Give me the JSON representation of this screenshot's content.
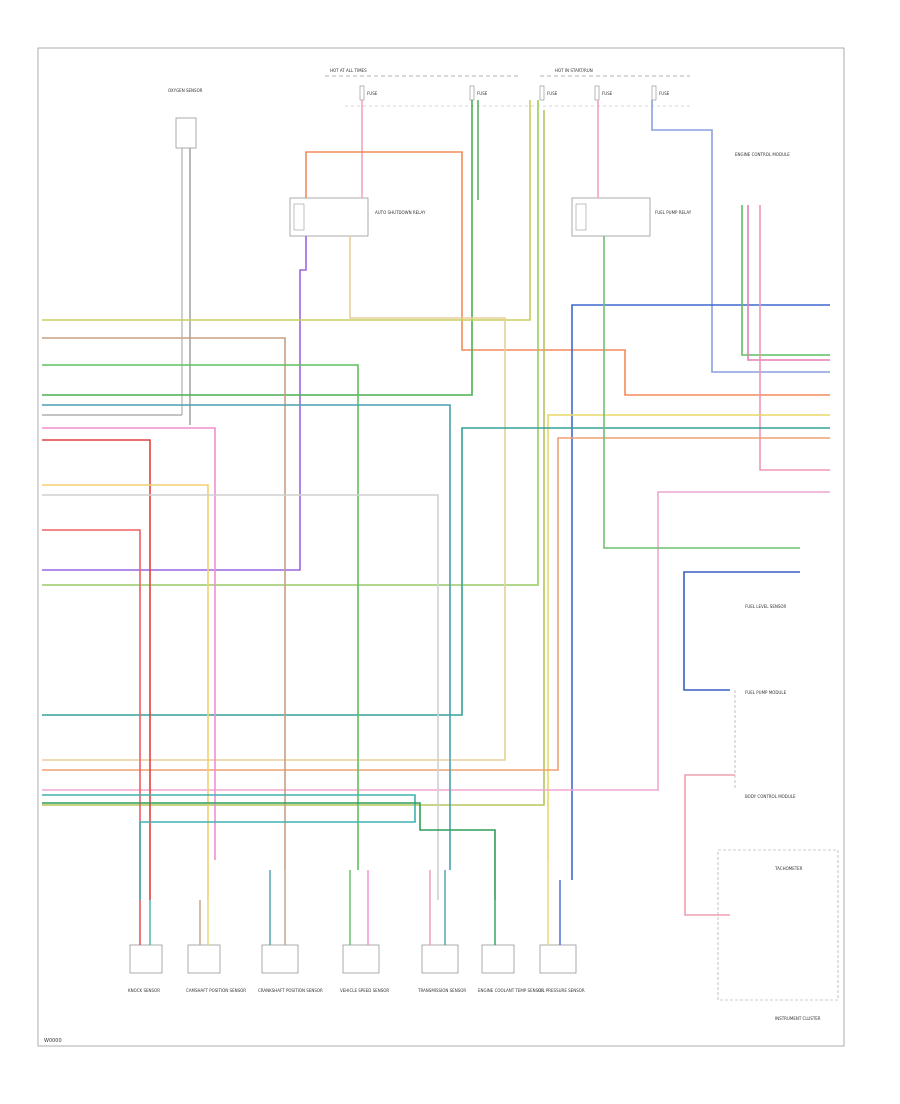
{
  "diagram": {
    "top_labels": {
      "left_bus": "HOT AT ALL TIMES",
      "right_bus": "HOT IN START/RUN"
    },
    "fuses": [
      "FUSE",
      "FUSE",
      "FUSE",
      "FUSE",
      "FUSE"
    ],
    "sensor_top_left": "OXYGEN SENSOR",
    "relays": {
      "left": "AUTO SHUTDOWN RELAY",
      "right": "FUEL PUMP RELAY"
    },
    "module_top_right": "ENGINE CONTROL MODULE",
    "fuel_pump_label": "FUEL PUMP MODULE",
    "fuel_level_sensor": "FUEL LEVEL SENSOR",
    "body_module": "BODY CONTROL MODULE",
    "tachometer": "TACHOMETER",
    "instrument_cluster": "INSTRUMENT CLUSTER",
    "bottom_components": [
      "KNOCK SENSOR",
      "CAMSHAFT POSITION SENSOR",
      "CRANKSHAFT POSITION SENSOR",
      "VEHICLE SPEED SENSOR",
      "TRANSMISSION SENSOR",
      "ENGINE COOLANT TEMP SENSOR",
      "OIL PRESSURE SENSOR"
    ],
    "corner_code": "W0000"
  }
}
